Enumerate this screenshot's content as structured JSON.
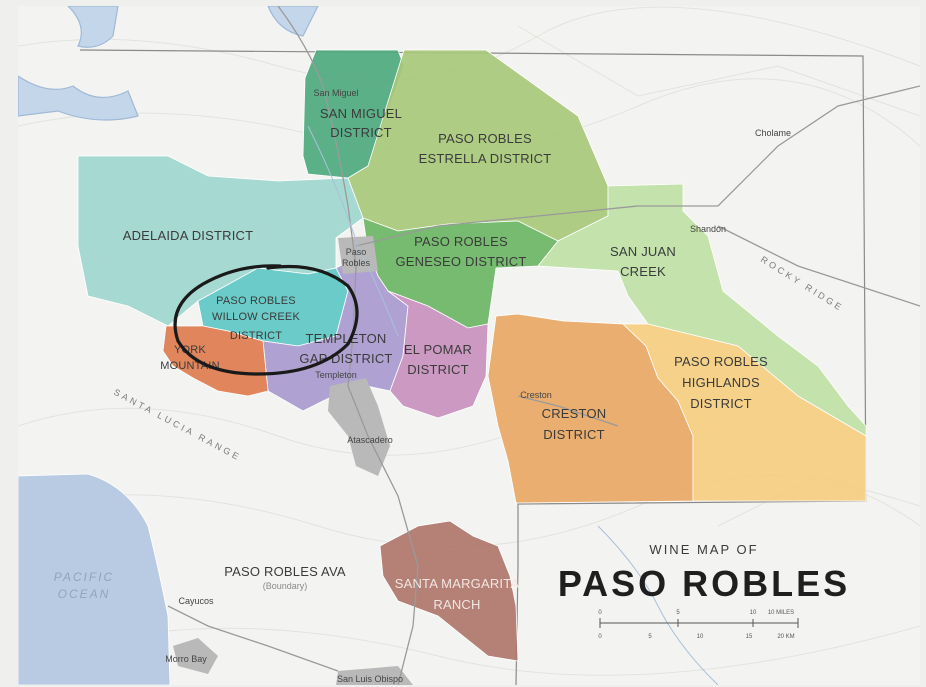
{
  "map": {
    "title_line1": "WINE MAP OF",
    "title_line2": "PASO ROBLES",
    "ocean_line1": "PACIFIC",
    "ocean_line2": "OCEAN",
    "road_label": "SANTA LUCIA RANGE",
    "road_label_2": "ROCKY RIDGE",
    "ava_name": "PASO ROBLES AVA",
    "ava_sub": "(Boundary)",
    "districts": {
      "san_miguel": [
        "SAN MIGUEL",
        "DISTRICT"
      ],
      "estrella": [
        "PASO ROBLES",
        "ESTRELLA DISTRICT"
      ],
      "adelaida": [
        "ADELAIDA DISTRICT"
      ],
      "geneseo": [
        "PASO ROBLES",
        "GENESEO DISTRICT"
      ],
      "san_juan": [
        "SAN JUAN",
        "CREEK"
      ],
      "willow_creek": [
        "PASO ROBLES",
        "WILLOW CREEK",
        "DISTRICT"
      ],
      "templeton": [
        "TEMPLETON",
        "GAP DISTRICT"
      ],
      "york": [
        "YORK",
        "MOUNTAIN"
      ],
      "el_pomar": [
        "EL POMAR",
        "DISTRICT"
      ],
      "creston": [
        "CRESTON",
        "DISTRICT"
      ],
      "highlands": [
        "PASO ROBLES",
        "HIGHLANDS",
        "DISTRICT"
      ],
      "santa_margarita": [
        "SANTA MARGARITA",
        "RANCH"
      ]
    },
    "towns": {
      "san_miguel": "San Miguel",
      "paso": [
        "Paso",
        "Robles"
      ],
      "templeton": "Templeton",
      "atascadero": "Atascadero",
      "creston": "Creston",
      "shandon": "Shandon",
      "parkfield": "Cholame",
      "cayucos": "Cayucos",
      "morro_bay": "Morro Bay",
      "slo": "San Luis Obispo"
    },
    "scale": {
      "miles_label": "10 MILES",
      "km_label": "20 KM",
      "ticks_top": [
        "0",
        "5",
        "10"
      ],
      "ticks_bottom": [
        "0",
        "5",
        "10",
        "15",
        "20"
      ]
    },
    "colors": {
      "san_miguel": "#4fa97f",
      "estrella": "#a8c87a",
      "adelaida": "#9fd6cf",
      "geneseo": "#6db565",
      "san_juan": "#bfe0a6",
      "willow_creek": "#5fc7c4",
      "templeton": "#a99ad0",
      "york": "#e07b4f",
      "el_pomar": "#c890bd",
      "creston": "#e9a765",
      "highlands": "#f5cd80",
      "santa_margarita": "#b0756b",
      "ocean": "#b8cbe3",
      "city": "#b9b9b9",
      "circle": "#1a1a1a"
    }
  }
}
